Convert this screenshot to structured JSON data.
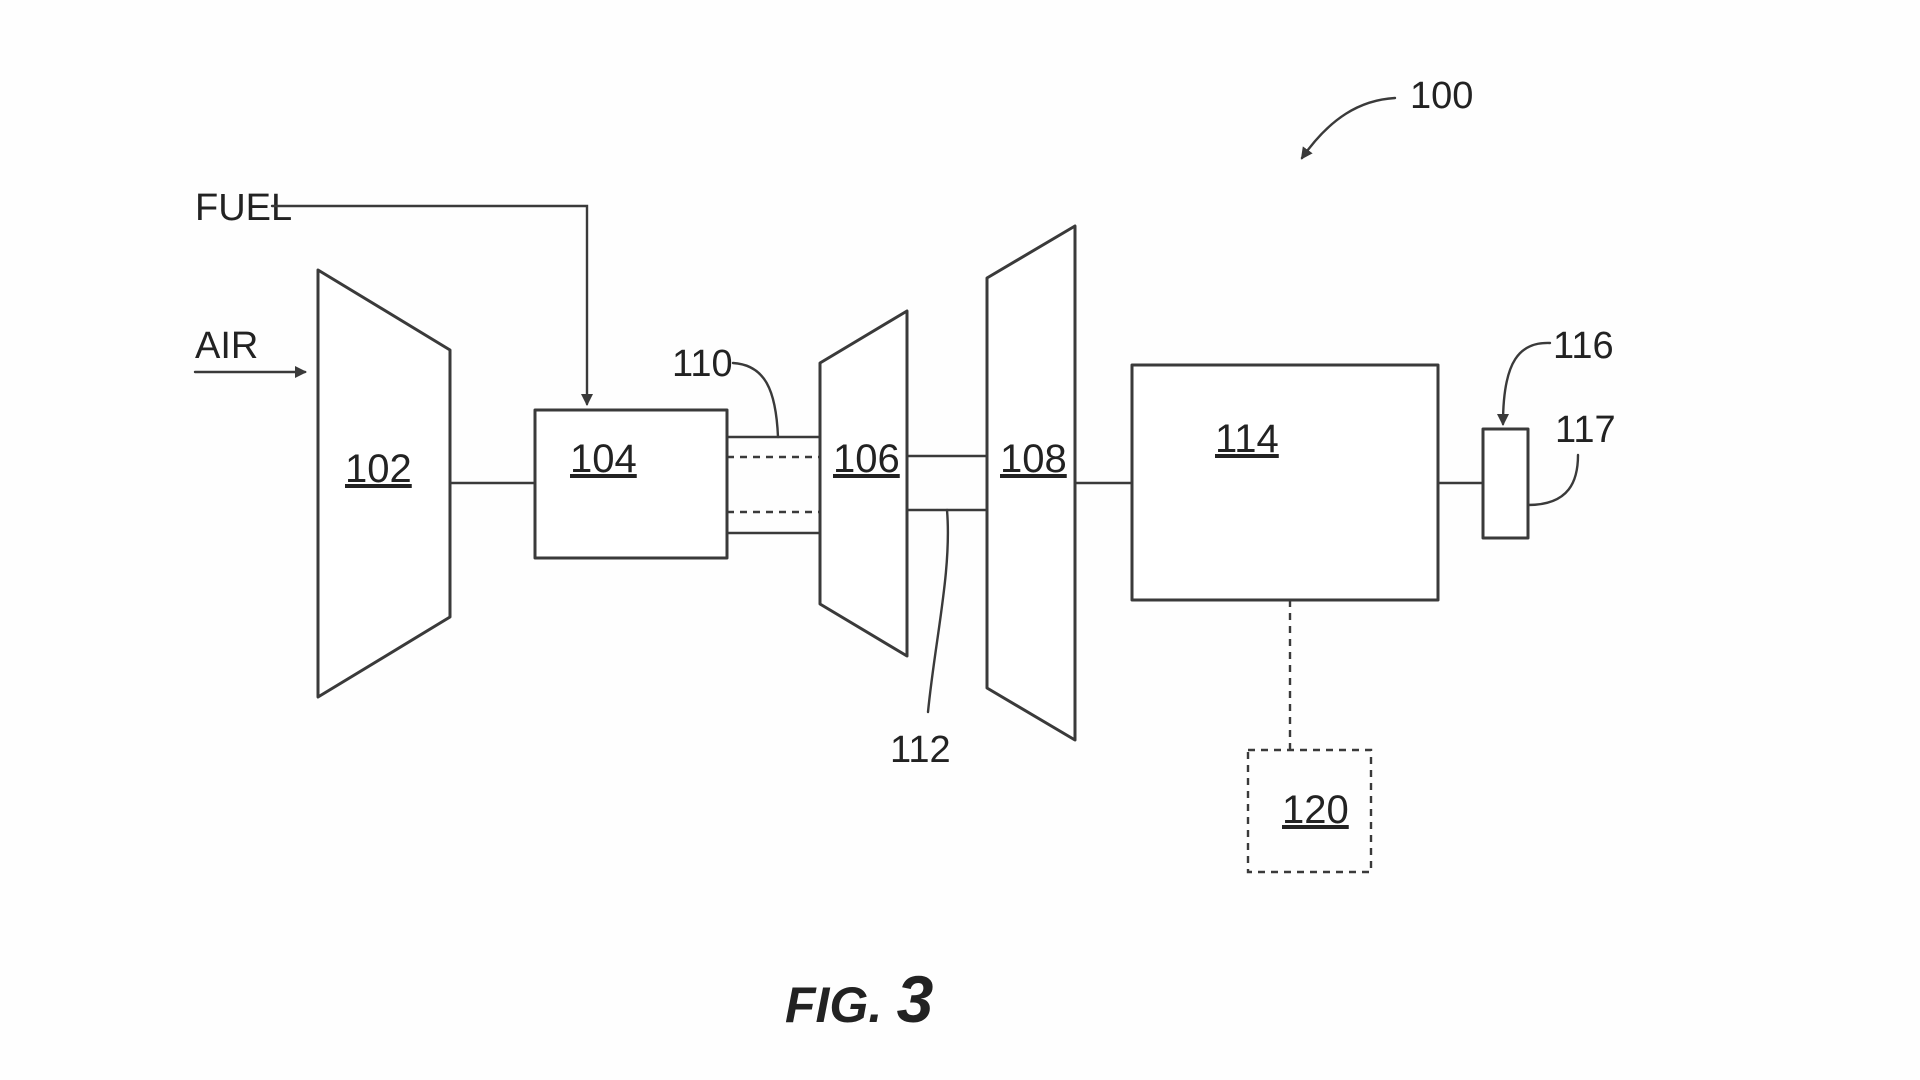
{
  "labels": {
    "system": "100",
    "fuel": "FUEL",
    "air": "AIR",
    "compressor": "102",
    "combustor": "104",
    "hp_turbine": "106",
    "lp_turbine": "108",
    "duct": "110",
    "shaft": "112",
    "gearbox": "114",
    "component_116": "116",
    "component_117": "117",
    "controller": "120"
  },
  "figure": {
    "prefix": "FIG.",
    "number": "3"
  }
}
